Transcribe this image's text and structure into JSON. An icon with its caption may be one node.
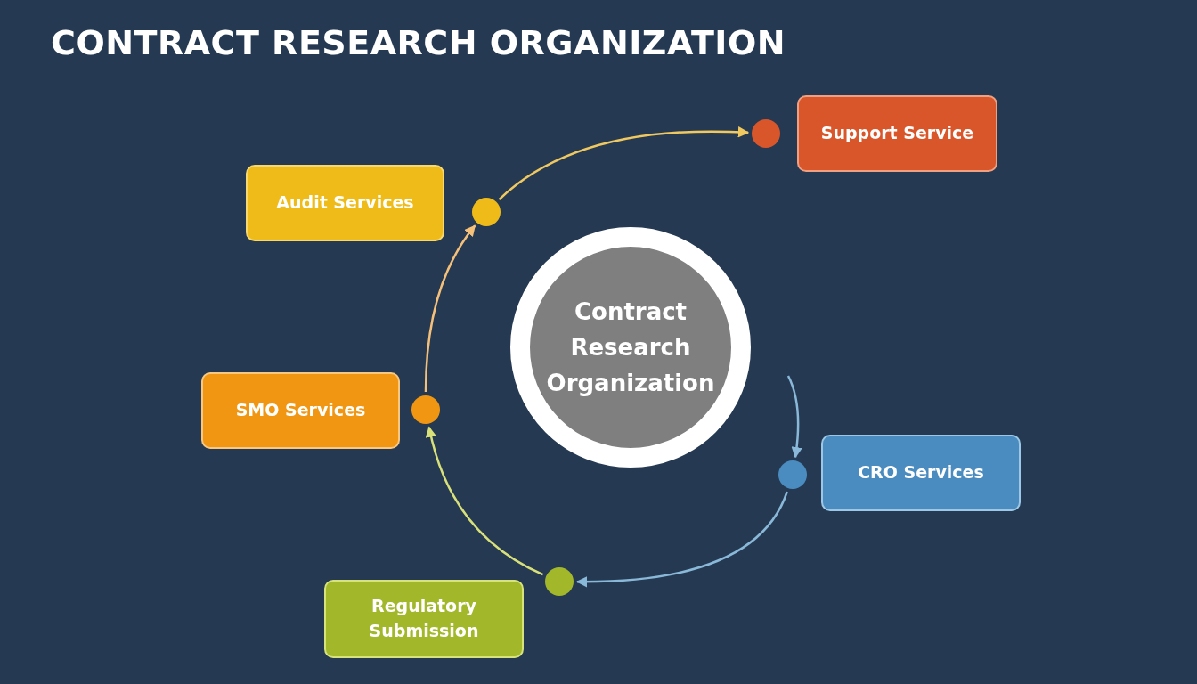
{
  "diagram": {
    "title": "CONTRACT RESEARCH ORGANIZATION",
    "nodes": [
      {
        "text": [
          "Support Service"
        ]
      },
      {
        "text": [],
        "shape": "circle"
      },
      {
        "text": [
          "Audit Services"
        ]
      },
      {
        "text": [],
        "shape": "circle"
      },
      {
        "text": [
          "Contract Research Organization"
        ]
      },
      {
        "text": [
          "SMO Services"
        ]
      },
      {
        "text": [],
        "shape": "circle"
      },
      {
        "text": [],
        "shape": "circle"
      },
      {
        "text": [
          "CRO Services"
        ]
      },
      {
        "text": [],
        "shape": "circle"
      },
      {
        "text": [
          "Regulatory Submission"
        ]
      }
    ],
    "edges": [
      {
        "from": null,
        "to": 7,
        "arrow": "to",
        "color": "#8ab8d8"
      },
      {
        "from": 7,
        "to": 9,
        "arrow": "to",
        "color": "#8ab8d8"
      },
      {
        "from": 9,
        "to": 6,
        "arrow": "to",
        "color": "#d8e07a"
      },
      {
        "from": 6,
        "to": 3,
        "arrow": "to",
        "color": "#f5c07a"
      },
      {
        "from": 3,
        "to": 1,
        "arrow": "to",
        "color": "#f0c860"
      }
    ]
  }
}
